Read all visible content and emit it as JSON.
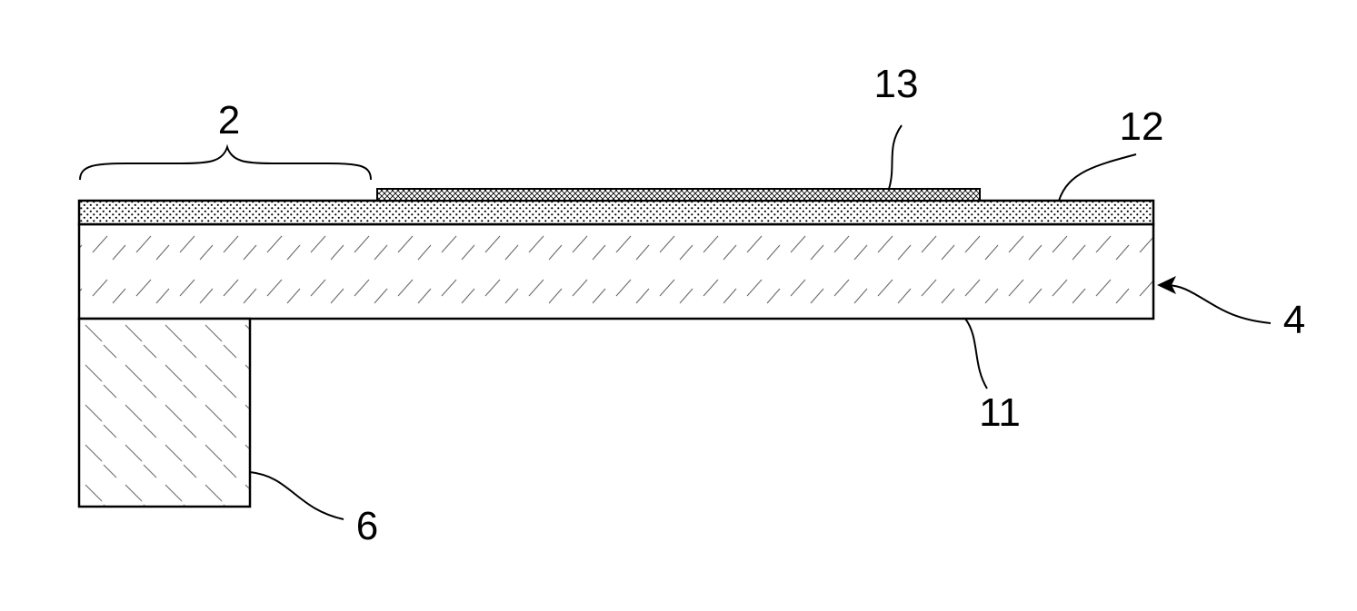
{
  "labels": {
    "region": "2",
    "film_top": "13",
    "layer_mid": "12",
    "member": "4",
    "lower_surface": "11",
    "support": "6"
  },
  "colors": {
    "line": "#000000",
    "background": "#ffffff"
  }
}
